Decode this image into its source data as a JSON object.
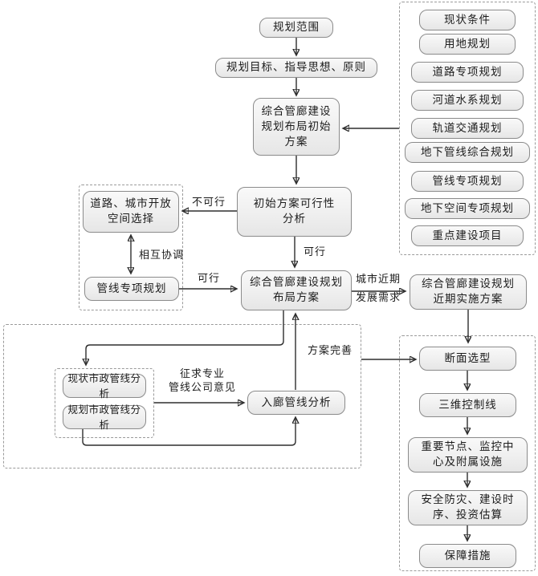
{
  "nodes": {
    "planning_scope": {
      "label": "规划范围"
    },
    "goals": {
      "label": "规划目标、指导思想、原则"
    },
    "initial_layout": {
      "label": "综合管廊建设\n规划布局初始\n方案"
    },
    "feasibility": {
      "label": "初始方案可行性\n分析"
    },
    "road_space": {
      "label": "道路、城市开放\n空间选择"
    },
    "pipeline_special": {
      "label": "管线专项规划"
    },
    "layout_plan": {
      "label": "综合管廊建设规划\n布局方案"
    },
    "near_term_plan": {
      "label": "综合管廊建设规划\n近期实施方案"
    },
    "current_pipeline": {
      "label": "现状市政管线分析"
    },
    "planned_pipeline": {
      "label": "规划市政管线分析"
    },
    "corridor_pipeline": {
      "label": "入廊管线分析"
    },
    "cross_section": {
      "label": "断面选型"
    },
    "control_line": {
      "label": "三维控制线"
    },
    "key_nodes": {
      "label": "重要节点、监控中\n心及附属设施"
    },
    "safety": {
      "label": "安全防灾、建设时\n序、投资估算"
    },
    "safeguard": {
      "label": "保障措施"
    }
  },
  "inputs": [
    "现状条件",
    "用地规划",
    "道路专项规划",
    "河道水系规划",
    "轨道交通规划",
    "地下管线综合规划",
    "管线专项规划",
    "地下空间专项规划",
    "重点建设项目"
  ],
  "edge_labels": {
    "infeasible": "不可行",
    "feasible_down": "可行",
    "feasible_right": "可行",
    "mutual_coordination": "相互协调",
    "city_near_term_needs": "城市近期\n发展需求",
    "consult_companies": "征求专业\n管线公司意见",
    "plan_refinement": "方案完善"
  },
  "colors": {
    "box_fill_top": "#f9f9f9",
    "box_fill_bottom": "#e6e6e6",
    "box_border": "#8b8b8b",
    "dashed_border": "#9a9a9a",
    "line": "#2e2e2e",
    "text": "#1c1c1c",
    "background": "#ffffff"
  }
}
